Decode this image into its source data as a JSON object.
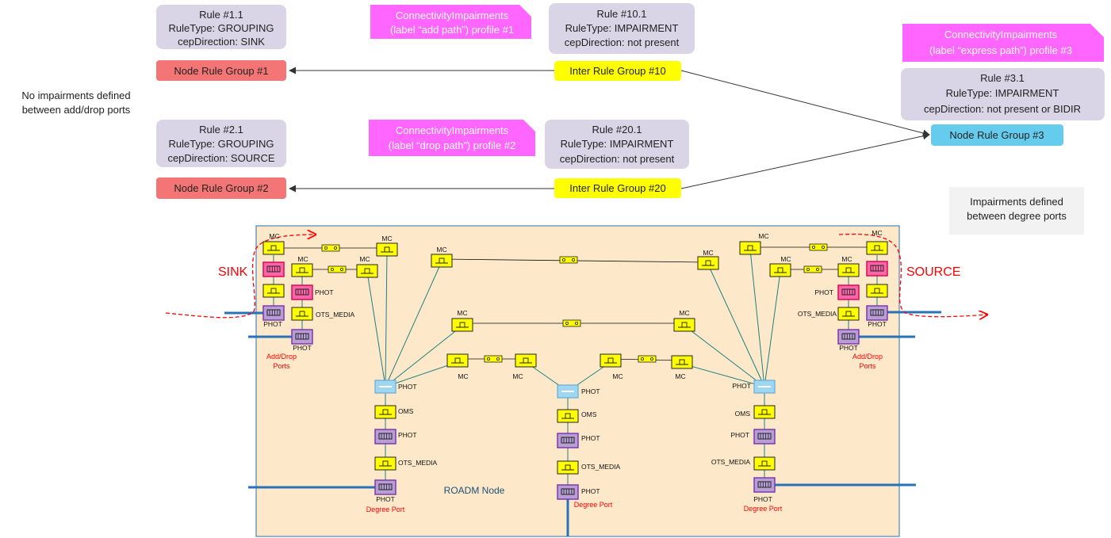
{
  "rules": {
    "r11": {
      "lines": [
        "Rule #1.1",
        "RuleType: GROUPING",
        "cepDirection: SINK"
      ]
    },
    "r21": {
      "lines": [
        "Rule #2.1",
        "RuleType: GROUPING",
        "cepDirection: SOURCE"
      ]
    },
    "r101": {
      "lines": [
        "Rule #10.1",
        "RuleType: IMPAIRMENT",
        "cepDirection: not present"
      ]
    },
    "r201": {
      "lines": [
        "Rule #20.1",
        "RuleType: IMPAIRMENT",
        "cepDirection: not present"
      ]
    },
    "r31": {
      "lines": [
        "Rule #3.1",
        "RuleType: IMPAIRMENT",
        "cepDirection: not present or BIDIR"
      ]
    }
  },
  "profiles": {
    "p1": {
      "lines": [
        "ConnectivityImpairments",
        "(label “add path”) profile #1"
      ]
    },
    "p2": {
      "lines": [
        "ConnectivityImpairments",
        "(label “drop path”) profile #2"
      ]
    },
    "p3": {
      "lines": [
        "ConnectivityImpairments",
        "(label “express path”) profile #3"
      ]
    }
  },
  "groups": {
    "nrg1": "Node Rule Group #1",
    "nrg2": "Node Rule Group #2",
    "nrg3": "Node Rule Group #3",
    "irg10": "Inter Rule Group #10",
    "irg20": "Inter Rule Group #20"
  },
  "notes": {
    "no_impairments": [
      "No impairments defined",
      "between add/drop ports"
    ],
    "impairments_degree": [
      "Impairments defined",
      "between degree ports"
    ]
  },
  "roadm": {
    "node_label": "ROADM Node",
    "sink_label": "SINK",
    "source_label": "SOURCE",
    "add_drop_ports": [
      "Add/Drop",
      "Ports"
    ],
    "degree_port": "Degree Port",
    "mc": "MC",
    "phot": "PHOT",
    "oms": "OMS",
    "ots_media": "OTS_MEDIA"
  },
  "colors": {
    "rule_box": "#d9d5e6",
    "profile": "#ff66ff",
    "node_rule_group": "#f47575",
    "inter_rule_group": "#ffff00",
    "node_rule_group_3": "#66ccee",
    "roadm_fill": "#fde9c9",
    "roadm_border": "#4a86b8",
    "red_label": "#ff0000",
    "link": "#1f7f7f",
    "port_line": "#2673b8"
  }
}
